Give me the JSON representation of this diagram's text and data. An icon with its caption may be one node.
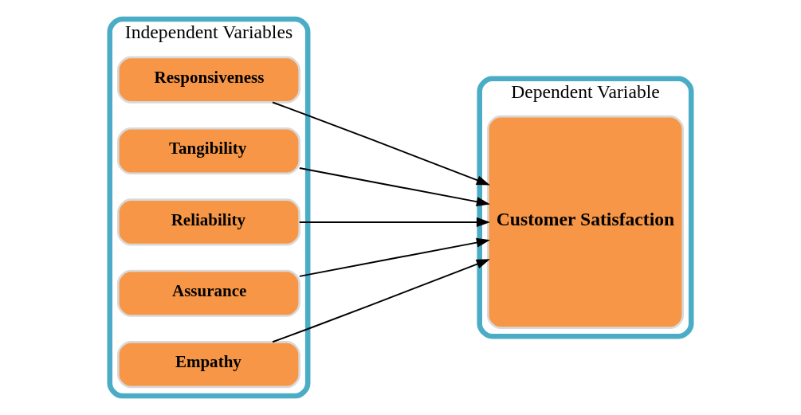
{
  "diagram": {
    "nodes": [
      {
        "text": [
          "Independent Variables"
        ]
      },
      {
        "text": [
          "Responsiveness"
        ],
        "in": 0
      },
      {
        "text": [
          "Tangibility"
        ],
        "in": 0
      },
      {
        "text": [
          "Reliability"
        ],
        "in": 0
      },
      {
        "text": [
          "Assurance"
        ],
        "in": 0
      },
      {
        "text": [
          "Empathy"
        ],
        "in": 0
      },
      {
        "text": [
          "Dependent Variable"
        ]
      },
      {
        "text": [
          "Customer Satisfaction"
        ],
        "in": 6
      }
    ],
    "edges": [
      {
        "from": 1,
        "to": 7,
        "arrow": "to"
      },
      {
        "from": 2,
        "to": 7,
        "arrow": "to"
      },
      {
        "from": 3,
        "to": 7,
        "arrow": "to"
      },
      {
        "from": 4,
        "to": 7,
        "arrow": "to"
      },
      {
        "from": 5,
        "to": 7,
        "arrow": "to"
      }
    ]
  }
}
